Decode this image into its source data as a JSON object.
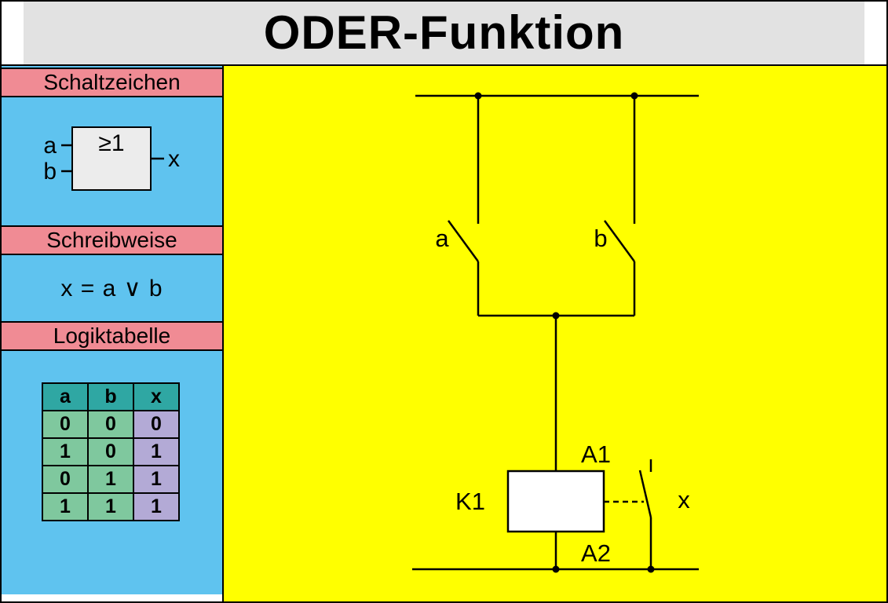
{
  "title": "ODER-Funktion",
  "colors": {
    "header-bg": "#e2e2e2",
    "sidebar-bg": "#5fc3ef",
    "section-bg": "#f08b94",
    "main-bg": "#ffff00",
    "table-header-bg": "#2fa7a3",
    "table-input-bg": "#7fc89e",
    "table-output-bg": "#b3aad6",
    "gate-bg": "#ececec",
    "line-color": "#000000"
  },
  "sidebar": {
    "sections": {
      "schaltzeichen": "Schaltzeichen",
      "schreibweise": "Schreibweise",
      "logiktabelle": "Logiktabelle"
    },
    "gate": {
      "symbol": "≥1",
      "input_a": "a",
      "input_b": "b",
      "output": "x"
    },
    "formula": "x = a ∨ b",
    "truth_table": {
      "headers": [
        "a",
        "b",
        "x"
      ],
      "rows": [
        [
          "0",
          "0",
          "0"
        ],
        [
          "1",
          "0",
          "1"
        ],
        [
          "0",
          "1",
          "1"
        ],
        [
          "1",
          "1",
          "1"
        ]
      ]
    }
  },
  "circuit": {
    "switch_a": "a",
    "switch_b": "b",
    "relay": "K1",
    "terminal_a1": "A1",
    "terminal_a2": "A2",
    "contact_x": "x"
  }
}
